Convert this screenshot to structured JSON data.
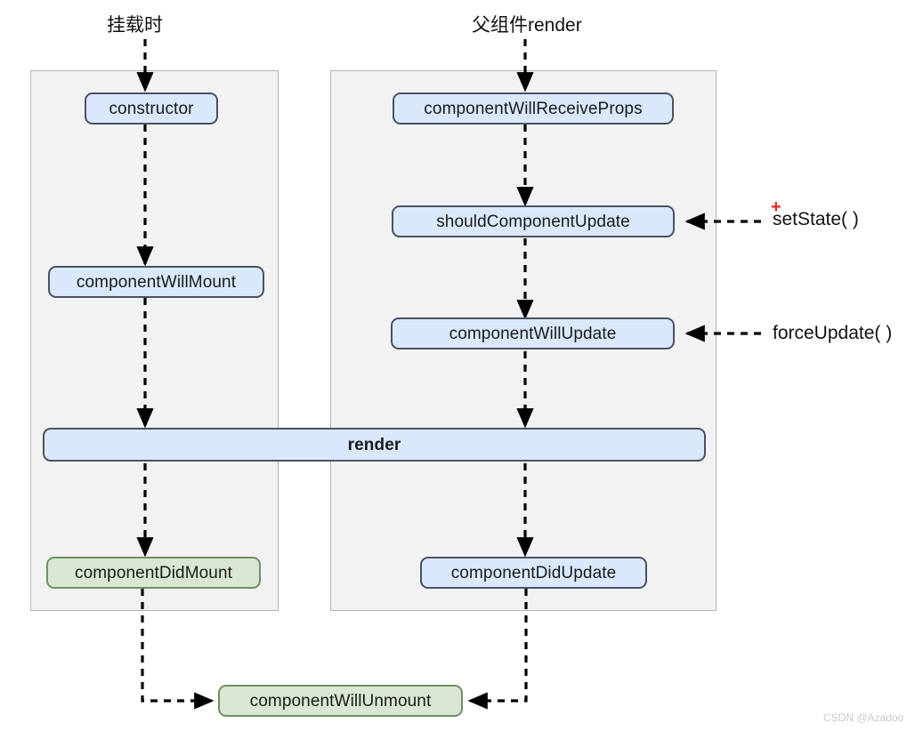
{
  "diagram": {
    "title_left": "挂载时",
    "title_right": "父组件render",
    "watermark": "CSDN @Azadoo",
    "plus_mark": "+",
    "colors": {
      "blue_fill": "#dae8fc",
      "blue_border": "#4a5160",
      "green_fill": "#d9e7d2",
      "green_border": "#6f8f63",
      "panel_fill": "#f2f2f2",
      "panel_border": "#b4b4b4",
      "arrow": "#000000",
      "plus": "#e8261c",
      "watermark": "#c9c9c9"
    },
    "mount_phase": {
      "label": "挂载时",
      "nodes": [
        {
          "id": "constructor",
          "label": "constructor",
          "color": "blue"
        },
        {
          "id": "component-will-mount",
          "label": "componentWillMount",
          "color": "blue"
        },
        {
          "id": "component-did-mount",
          "label": "componentDidMount",
          "color": "green"
        }
      ]
    },
    "update_phase": {
      "label": "父组件render",
      "nodes": [
        {
          "id": "component-will-receive-props",
          "label": "componentWillReceiveProps",
          "color": "blue"
        },
        {
          "id": "should-component-update",
          "label": "shouldComponentUpdate",
          "color": "blue"
        },
        {
          "id": "component-will-update",
          "label": "componentWillUpdate",
          "color": "blue"
        },
        {
          "id": "component-did-update",
          "label": "componentDidUpdate",
          "color": "blue"
        }
      ]
    },
    "shared": {
      "render": {
        "id": "render",
        "label": "render",
        "color": "blue"
      },
      "unmount": {
        "id": "component-will-unmount",
        "label": "componentWillUnmount",
        "color": "green"
      }
    },
    "triggers": [
      {
        "id": "set-state",
        "label": "setState( )",
        "target": "shouldComponentUpdate",
        "has_plus": true
      },
      {
        "id": "force-update",
        "label": "forceUpdate( )",
        "target": "componentWillUpdate",
        "has_plus": false
      }
    ]
  }
}
